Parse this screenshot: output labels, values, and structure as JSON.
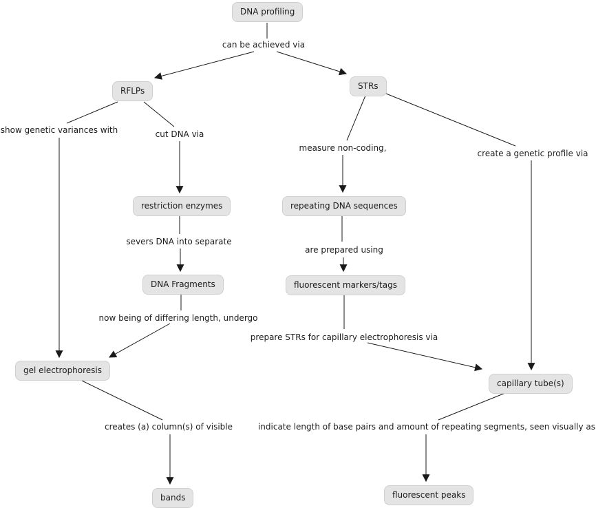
{
  "colors": {
    "background": "#ffffff",
    "node_fill": "#e4e4e4",
    "node_border": "#cfcfcf",
    "text": "#1c1c1c",
    "line": "#1a1a1a"
  },
  "concept_map": {
    "nodes": [
      {
        "id": "dna-profiling",
        "label": "DNA profiling"
      },
      {
        "id": "rflps",
        "label": "RFLPs"
      },
      {
        "id": "strs",
        "label": "STRs"
      },
      {
        "id": "restriction-enzymes",
        "label": "restriction enzymes"
      },
      {
        "id": "repeating-dna-sequences",
        "label": "repeating DNA sequences"
      },
      {
        "id": "dna-fragments",
        "label": "DNA Fragments"
      },
      {
        "id": "fluorescent-markers-tags",
        "label": "fluorescent markers/tags"
      },
      {
        "id": "gel-electrophoresis",
        "label": "gel electrophoresis"
      },
      {
        "id": "capillary-tubes",
        "label": "capillary tube(s)"
      },
      {
        "id": "bands",
        "label": "bands"
      },
      {
        "id": "fluorescent-peaks",
        "label": "fluorescent peaks"
      }
    ],
    "edges": [
      {
        "from": "DNA profiling",
        "label": "can be achieved via",
        "to": [
          "RFLPs",
          "STRs"
        ]
      },
      {
        "from": "RFLPs",
        "label": "show genetic variances with",
        "to": [
          "gel electrophoresis"
        ]
      },
      {
        "from": "RFLPs",
        "label": "cut DNA via",
        "to": [
          "restriction enzymes"
        ]
      },
      {
        "from": "restriction enzymes",
        "label": "severs DNA into separate",
        "to": [
          "DNA Fragments"
        ]
      },
      {
        "from": "DNA Fragments",
        "label": "now being of differing length, undergo",
        "to": [
          "gel electrophoresis"
        ]
      },
      {
        "from": "gel electrophoresis",
        "label": "creates (a) column(s) of visible",
        "to": [
          "bands"
        ]
      },
      {
        "from": "STRs",
        "label": "measure non-coding,",
        "to": [
          "repeating DNA sequences"
        ]
      },
      {
        "from": "repeating DNA sequences",
        "label": "are prepared using",
        "to": [
          "fluorescent markers/tags"
        ]
      },
      {
        "from": "fluorescent markers/tags",
        "label": "prepare STRs for capillary electrophoresis via",
        "to": [
          "capillary tube(s)"
        ]
      },
      {
        "from": "STRs",
        "label": "create a genetic profile via",
        "to": [
          "capillary tube(s)"
        ]
      },
      {
        "from": "capillary tube(s)",
        "label": "indicate length of base pairs and amount of repeating segments, seen visually as",
        "to": [
          "fluorescent peaks"
        ]
      }
    ]
  }
}
